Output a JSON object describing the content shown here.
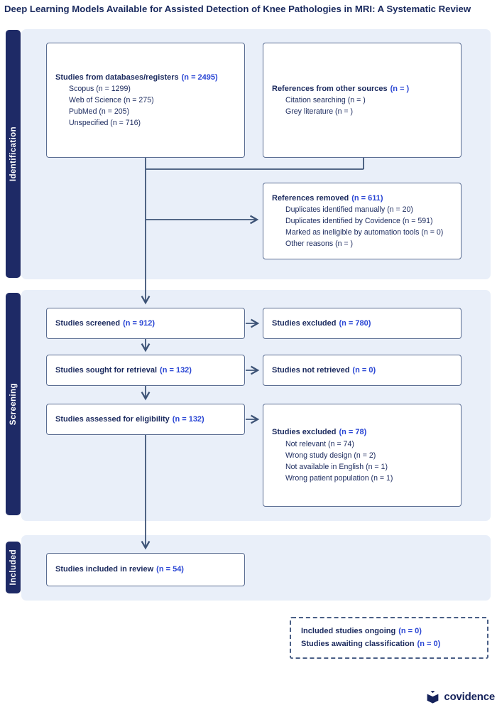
{
  "title": "Deep Learning Models Available for Assisted Detection of Knee Pathologies in MRI: A Systematic Review",
  "sidebar": {
    "identification": "Identification",
    "screening": "Screening",
    "included": "Included"
  },
  "boxes": {
    "databases": {
      "label": "Studies from databases/registers",
      "count": "(n = 2495)",
      "items": [
        "Scopus (n = 1299)",
        "Web of Science (n = 275)",
        "PubMed (n = 205)",
        "Unspecified (n = 716)"
      ]
    },
    "other_sources": {
      "label": "References from other sources",
      "count": "(n = )",
      "items": [
        "Citation searching (n = )",
        "Grey literature (n = )"
      ]
    },
    "references_removed": {
      "label": "References removed",
      "count": "(n = 611)",
      "items": [
        "Duplicates identified manually (n = 20)",
        "Duplicates identified by Covidence (n = 591)",
        "Marked as ineligible by automation tools (n = 0)",
        "Other reasons (n = )"
      ]
    },
    "screened": {
      "label": "Studies screened",
      "count": "(n = 912)"
    },
    "excluded_screening": {
      "label": "Studies excluded",
      "count": "(n = 780)"
    },
    "sought": {
      "label": "Studies sought for retrieval",
      "count": "(n = 132)"
    },
    "not_retrieved": {
      "label": "Studies not retrieved",
      "count": "(n = 0)"
    },
    "assessed": {
      "label": "Studies assessed for eligibility",
      "count": "(n = 132)"
    },
    "excluded_eligibility": {
      "label": "Studies excluded",
      "count": "(n = 78)",
      "items": [
        "Not relevant (n = 74)",
        "Wrong study design (n = 2)",
        "Not available in English (n = 1)",
        "Wrong patient population (n = 1)"
      ]
    },
    "included_review": {
      "label": "Studies included in review",
      "count": "(n = 54)"
    },
    "ongoing": {
      "lines": [
        {
          "label": "Included studies ongoing",
          "count": "(n = 0)"
        },
        {
          "label": "Studies awaiting classification",
          "count": "(n = 0)"
        }
      ]
    }
  },
  "footer": {
    "brand": "covidence"
  },
  "colors": {
    "navy_text": "#1b2a5e",
    "accent_blue": "#2a46d4",
    "sidebar_navy": "#1e2a66",
    "panel_blue": "#e9eff9",
    "box_border": "#5a6d92",
    "arrow": "#3e5477"
  }
}
